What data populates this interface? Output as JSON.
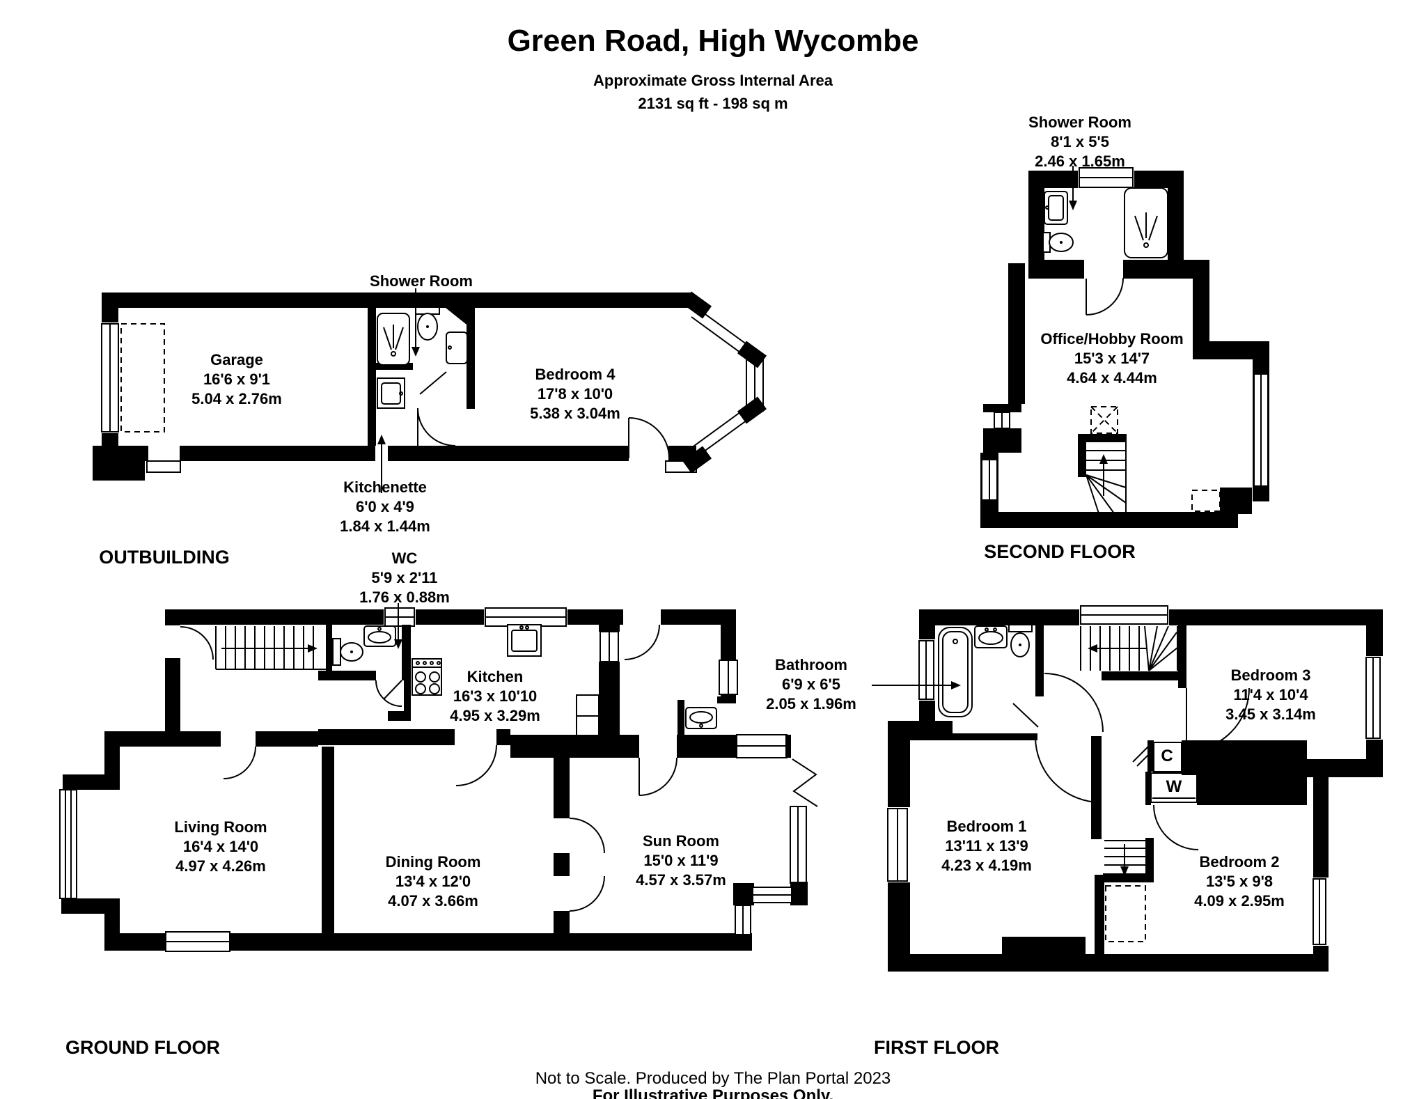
{
  "header": {
    "title": "Green Road, High Wycombe",
    "subtitle": "Approximate Gross Internal Area",
    "area": "2131 sq ft - 198 sq m"
  },
  "footer": {
    "line1": "Not to Scale. Produced by The Plan Portal 2023",
    "line2": "For Illustrative Purposes Only."
  },
  "floors": {
    "outbuilding": {
      "label": "OUTBUILDING",
      "rooms": {
        "shower_room": {
          "name": "Shower Room"
        },
        "garage": {
          "name": "Garage",
          "dims_ft": "16'6 x 9'1",
          "dims_m": "5.04 x 2.76m"
        },
        "bedroom4": {
          "name": "Bedroom 4",
          "dims_ft": "17'8 x 10'0",
          "dims_m": "5.38 x 3.04m"
        },
        "kitchenette": {
          "name": "Kitchenette",
          "dims_ft": "6'0 x 4'9",
          "dims_m": "1.84 x 1.44m"
        }
      }
    },
    "second_floor": {
      "label": "SECOND FLOOR",
      "rooms": {
        "shower_room": {
          "name": "Shower Room",
          "dims_ft": "8'1 x 5'5",
          "dims_m": "2.46 x 1.65m"
        },
        "office": {
          "name": "Office/Hobby Room",
          "dims_ft": "15'3 x 14'7",
          "dims_m": "4.64 x 4.44m"
        }
      }
    },
    "ground_floor": {
      "label": "GROUND FLOOR",
      "rooms": {
        "wc": {
          "name": "WC",
          "dims_ft": "5'9 x 2'11",
          "dims_m": "1.76 x 0.88m"
        },
        "kitchen": {
          "name": "Kitchen",
          "dims_ft": "16'3 x 10'10",
          "dims_m": "4.95 x 3.29m"
        },
        "living_room": {
          "name": "Living Room",
          "dims_ft": "16'4 x 14'0",
          "dims_m": "4.97 x 4.26m"
        },
        "dining_room": {
          "name": "Dining Room",
          "dims_ft": "13'4 x 12'0",
          "dims_m": "4.07 x 3.66m"
        },
        "sun_room": {
          "name": "Sun Room",
          "dims_ft": "15'0 x 11'9",
          "dims_m": "4.57 x 3.57m"
        }
      }
    },
    "first_floor": {
      "label": "FIRST FLOOR",
      "rooms": {
        "bathroom": {
          "name": "Bathroom",
          "dims_ft": "6'9 x 6'5",
          "dims_m": "2.05 x 1.96m"
        },
        "bedroom1": {
          "name": "Bedroom 1",
          "dims_ft": "13'11 x 13'9",
          "dims_m": "4.23 x 4.19m"
        },
        "bedroom2": {
          "name": "Bedroom 2",
          "dims_ft": "13'5 x 9'8",
          "dims_m": "4.09 x 2.95m"
        },
        "bedroom3": {
          "name": "Bedroom 3",
          "dims_ft": "11'4 x 10'4",
          "dims_m": "3.45 x 3.14m"
        },
        "cupboard": {
          "name": "C"
        },
        "wardrobe": {
          "name": "W"
        }
      }
    }
  }
}
